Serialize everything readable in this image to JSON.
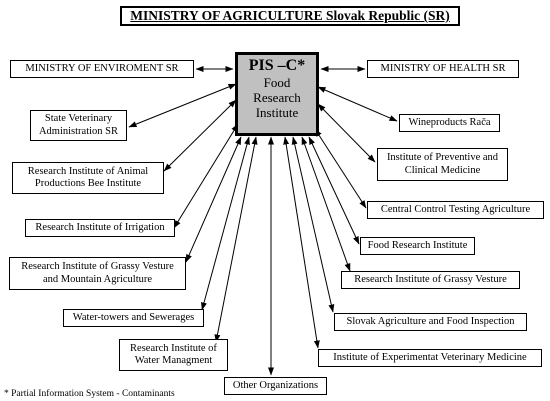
{
  "title": "MINISTRY OF AGRICULTURE Slovak Republic (SR)",
  "center": {
    "line1": "PIS –C*",
    "line2": "Food",
    "line3": "Research",
    "line4": "Institute"
  },
  "nodes": {
    "min_env": "MINISTRY OF ENVIROMENT SR",
    "min_health": "MINISTRY OF HEALTH SR",
    "state_vet_1": "State Veterinary",
    "state_vet_2": "Administration SR",
    "wine": "Wineproducts Rača",
    "ria_bee_1": "Research Institute of Animal",
    "ria_bee_2": "Productions Bee Institute",
    "ipcm_1": "Institute of Preventive and",
    "ipcm_2": "Clinical Medicine",
    "cct": "Central Control Testing Agriculture",
    "irrigation": "Research Institute of Irrigation",
    "fri": "Food Research Institute",
    "grassy_mtn_1": "Research Institute of Grassy Vesture",
    "grassy_mtn_2": "and Mountain Agriculture",
    "grassy": "Research Institute of Grassy Vesture",
    "water_towers": "Water-towers and Sewerages",
    "safi": "Slovak Agriculture and Food Inspection",
    "water_mgmt_1": "Research Institute of",
    "water_mgmt_2": "Water Managment",
    "iexp_vet": "Institute of Experimentat Veterinary Medicine",
    "other": "Other Organizations"
  },
  "footnote": "* Partial Information System - Contaminants"
}
